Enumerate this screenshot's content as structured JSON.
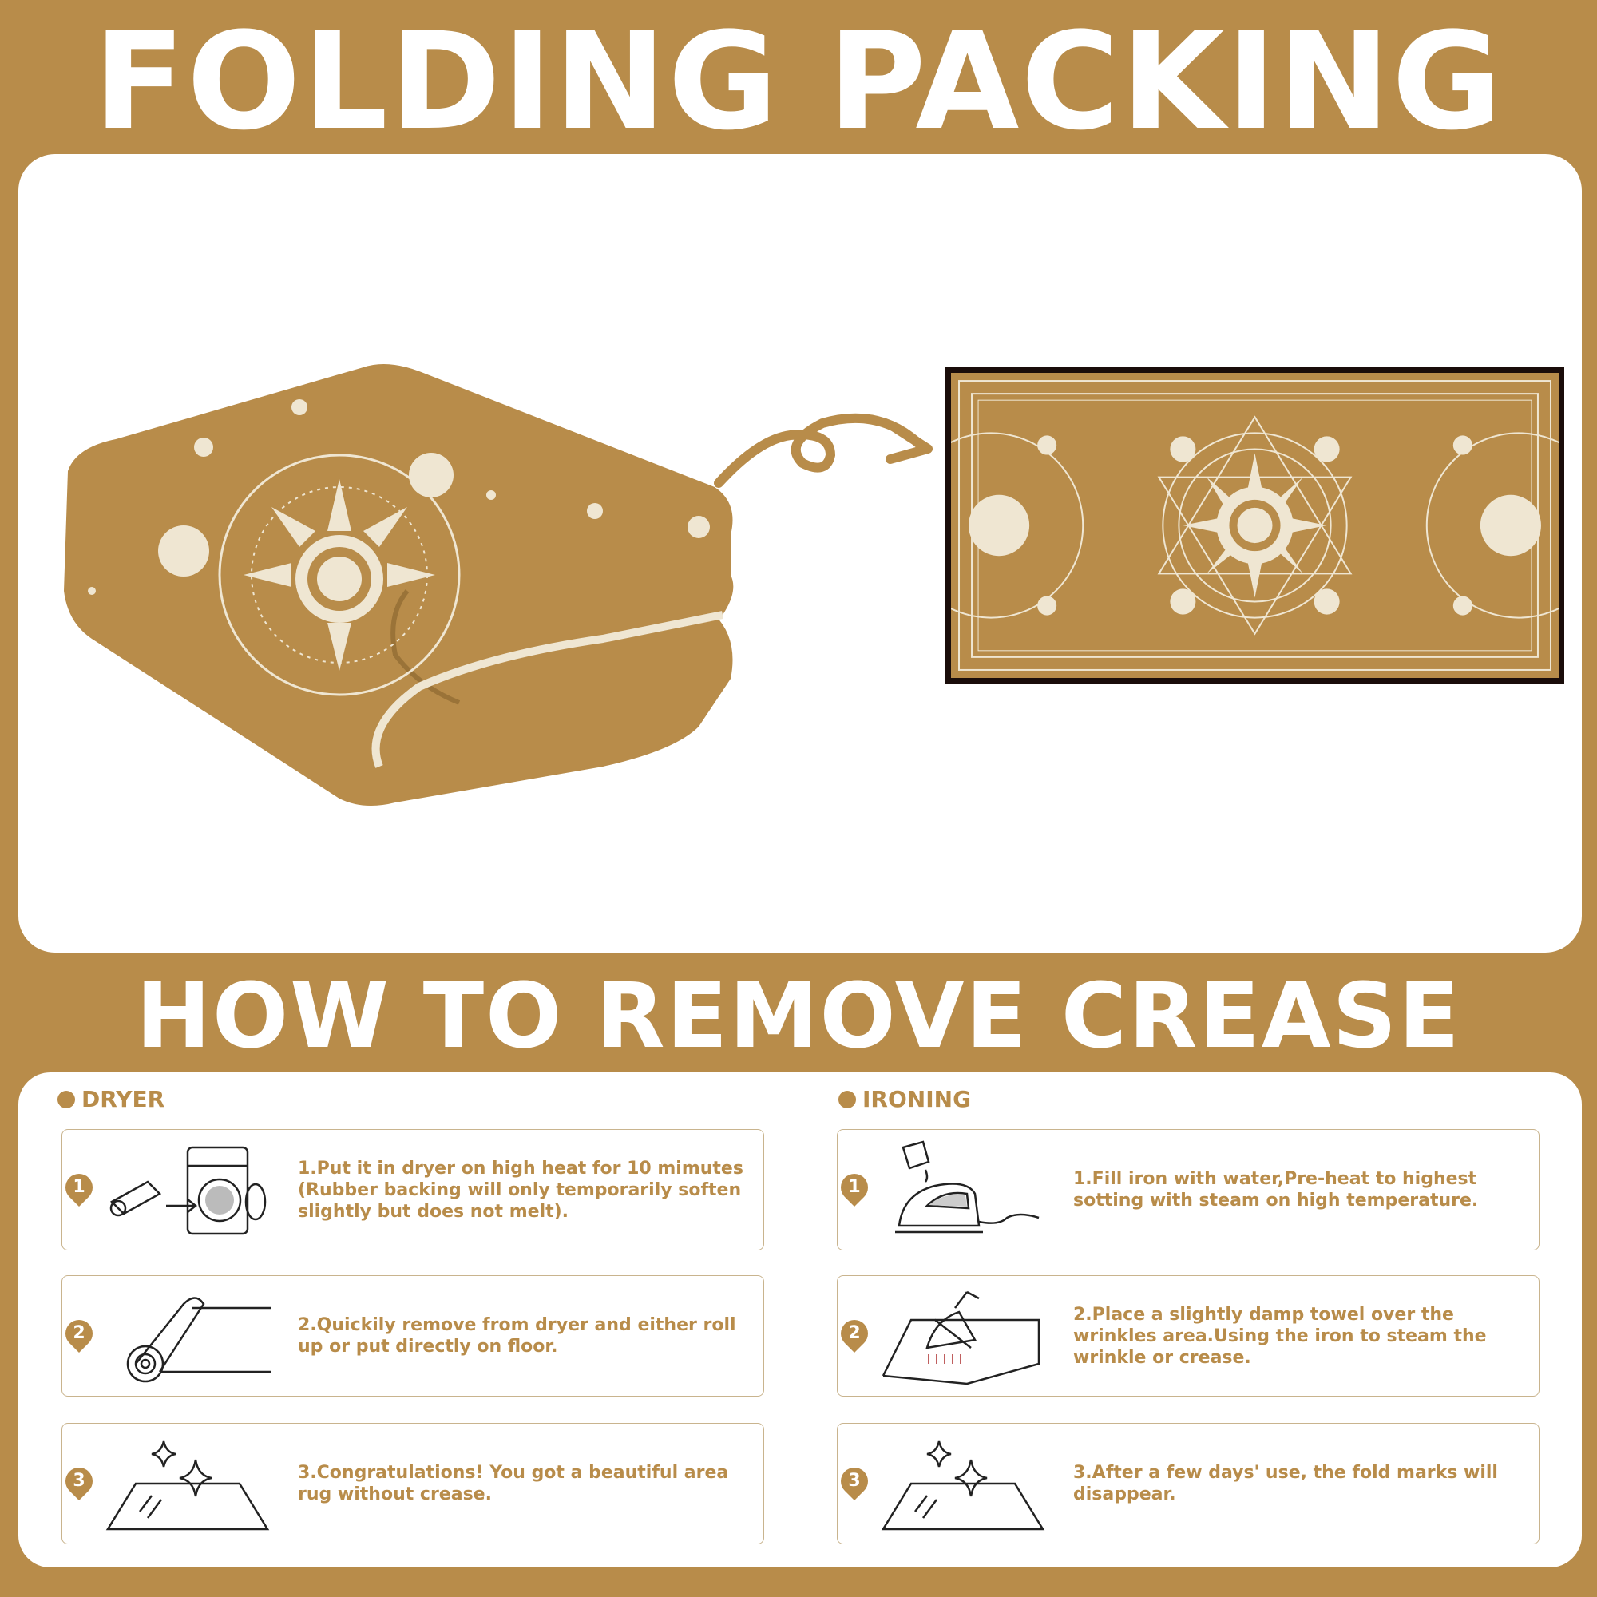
{
  "titles": {
    "folding_packing": "FOLDING PACKING",
    "remove_crease": "HOW TO REMOVE CREASE"
  },
  "colors": {
    "accent": "#b88c4a",
    "panel": "#ffffff",
    "rug_border": "#1a0d0a",
    "pattern": "#efe6d2"
  },
  "dryer": {
    "heading": "DRYER",
    "steps": [
      {
        "num": "1",
        "text": "1.Put it in dryer on high heat for 10 mimutes (Rubber backing will only temporarily soften slightly but does not melt)."
      },
      {
        "num": "2",
        "text": "2.Quickily remove from dryer and either roll up or put directly on floor."
      },
      {
        "num": "3",
        "text": "3.Congratulations! You got a beautiful area rug without crease."
      }
    ]
  },
  "ironing": {
    "heading": "IRONING",
    "steps": [
      {
        "num": "1",
        "text": "1.Fill iron with water,Pre-heat to highest sotting with steam on high temperature."
      },
      {
        "num": "2",
        "text": "2.Place a slightly damp towel over the wrinkles area.Using the iron to steam the wrinkle or crease."
      },
      {
        "num": "3",
        "text": "3.After a few days' use, the fold marks will disappear."
      }
    ]
  },
  "icons": {
    "folded": "folded-rug-icon",
    "arrow": "curly-arrow-icon",
    "rug": "sun-moon-rug-icon",
    "dryer": "rolled-rug-dryer-icon",
    "roll": "rug-roll-icon",
    "sparkle": "sparkle-rug-icon",
    "iron": "steam-iron-icon",
    "towel": "iron-towel-icon"
  }
}
